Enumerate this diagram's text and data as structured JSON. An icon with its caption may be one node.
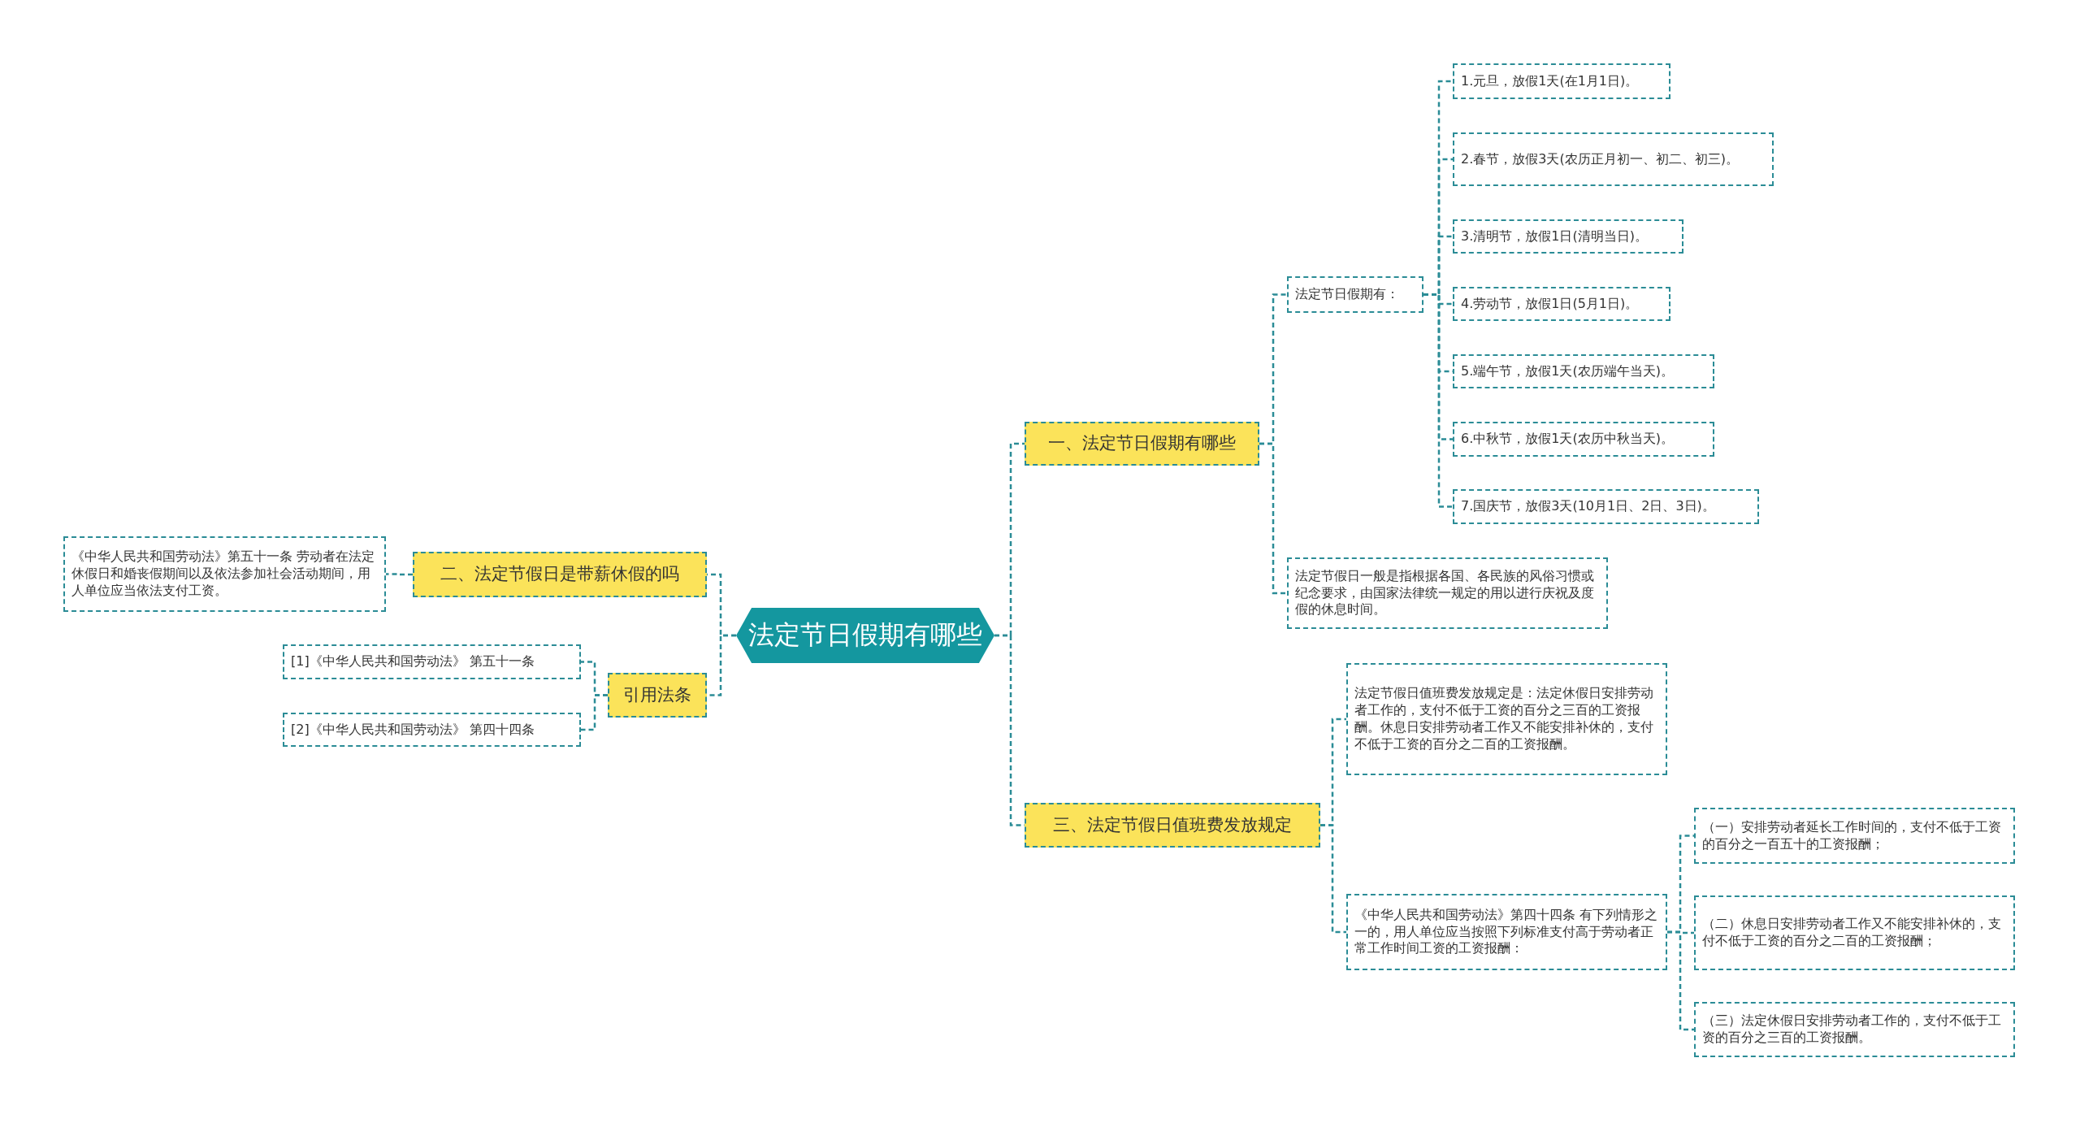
{
  "diagram": {
    "nodes": [
      {
        "text": [
          "法定节日假期有哪些"
        ]
      },
      {
        "text": [
          "一、法定节日假期有哪些"
        ]
      },
      {
        "text": [
          "法定节日假期有："
        ]
      },
      {
        "text": [
          "1.元旦，放假1天(在1月1日)。"
        ]
      },
      {
        "text": [
          "2.春节，放假3天(农历正月初一、初二、初三)。"
        ]
      },
      {
        "text": [
          "3.清明节，放假1日(清明当日)。"
        ]
      },
      {
        "text": [
          "4.劳动节，放假1日(5月1日)。"
        ]
      },
      {
        "text": [
          "5.端午节，放假1天(农历端午当天)。"
        ]
      },
      {
        "text": [
          "6.中秋节，放假1天(农历中秋当天)。"
        ]
      },
      {
        "text": [
          "7.国庆节，放假3天(10月1日、2日、3日)。"
        ]
      },
      {
        "text": [
          "法定节假日一般是指根据各国、各民族的风俗习惯或纪念要求，由国家法律统一规定的用以进行庆祝及度假的休息时间。"
        ]
      },
      {
        "text": [
          "三、法定节假日值班费发放规定"
        ]
      },
      {
        "text": [
          "法定节假日值班费发放规定是：法定休假日安排劳动者工作的，支付不低于工资的百分之三百的工资报酬。休息日安排劳动者工作又不能安排补休的，支付不低于工资的百分之二百的工资报酬。"
        ]
      },
      {
        "text": [
          "《中华人民共和国劳动法》第四十四条 有下列情形之一的，用人单位应当按照下列标准支付高于劳动者正常工作时间工资的工资报酬："
        ]
      },
      {
        "text": [
          "（一）安排劳动者延长工作时间的，支付不低于工资的百分之一百五十的工资报酬；"
        ]
      },
      {
        "text": [
          "（二）休息日安排劳动者工作又不能安排补休的，支付不低于工资的百分之二百的工资报酬；"
        ]
      },
      {
        "text": [
          "（三）法定休假日安排劳动者工作的，支付不低于工资的百分之三百的工资报酬。"
        ]
      },
      {
        "text": [
          "二、法定节假日是带薪休假的吗"
        ]
      },
      {
        "text": [
          "《中华人民共和国劳动法》第五十一条 劳动者在法定休假日和婚丧假期间以及依法参加社会活动期间，用人单位应当依法支付工资。"
        ]
      },
      {
        "text": [
          "引用法条"
        ]
      },
      {
        "text": [
          "[1]《中华人民共和国劳动法》 第五十一条"
        ]
      },
      {
        "text": [
          "[2]《中华人民共和国劳动法》 第四十四条"
        ]
      }
    ],
    "edges": [
      {
        "from": 0,
        "to": 1,
        "arrow": "none"
      },
      {
        "from": 1,
        "to": 2,
        "arrow": "none"
      },
      {
        "from": 2,
        "to": 3,
        "arrow": "none"
      },
      {
        "from": 2,
        "to": 4,
        "arrow": "none"
      },
      {
        "from": 2,
        "to": 5,
        "arrow": "none"
      },
      {
        "from": 2,
        "to": 6,
        "arrow": "none"
      },
      {
        "from": 2,
        "to": 7,
        "arrow": "none"
      },
      {
        "from": 2,
        "to": 8,
        "arrow": "none"
      },
      {
        "from": 2,
        "to": 9,
        "arrow": "none"
      },
      {
        "from": 1,
        "to": 10,
        "arrow": "none"
      },
      {
        "from": 0,
        "to": 11,
        "arrow": "none"
      },
      {
        "from": 11,
        "to": 12,
        "arrow": "none"
      },
      {
        "from": 11,
        "to": 13,
        "arrow": "none"
      },
      {
        "from": 13,
        "to": 14,
        "arrow": "none"
      },
      {
        "from": 13,
        "to": 15,
        "arrow": "none"
      },
      {
        "from": 13,
        "to": 16,
        "arrow": "none"
      },
      {
        "from": 0,
        "to": 17,
        "arrow": "none"
      },
      {
        "from": 17,
        "to": 18,
        "arrow": "none"
      },
      {
        "from": 0,
        "to": 19,
        "arrow": "none"
      },
      {
        "from": 19,
        "to": 20,
        "arrow": "none"
      },
      {
        "from": 19,
        "to": 21,
        "arrow": "none"
      }
    ]
  }
}
